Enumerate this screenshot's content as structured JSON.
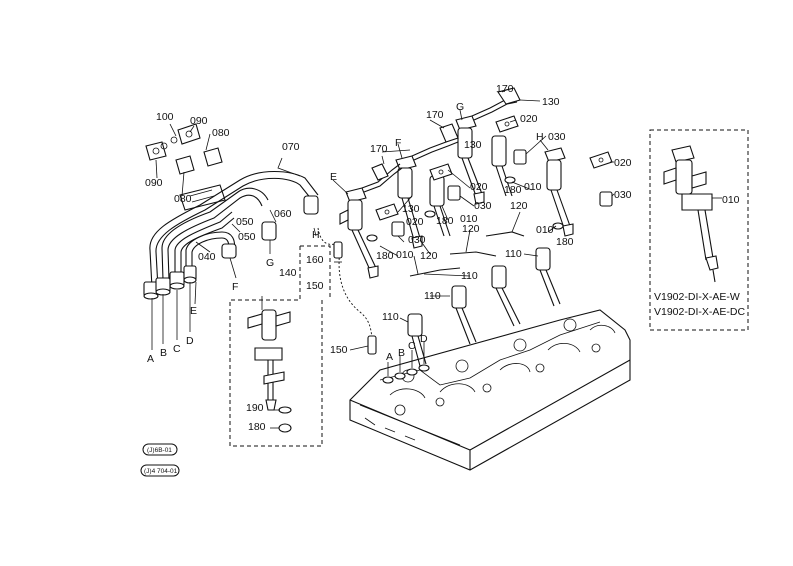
{
  "diagram": {
    "callouts": {
      "c070": "070",
      "c100": "100",
      "c090a": "090",
      "c080a": "080",
      "c090b": "090",
      "c080b": "080",
      "c050a": "050",
      "c050b": "050",
      "c060": "060",
      "c040": "040",
      "c160": "160",
      "c140": "140",
      "c150a": "150",
      "c150b": "150",
      "c190": "190",
      "c180a": "180",
      "c170a": "170",
      "c170b": "170",
      "c170c": "170",
      "c130a": "130",
      "c130b": "130",
      "c130c": "130",
      "c020a": "020",
      "c020b": "020",
      "c020c": "020",
      "c020d": "020",
      "c030a": "030",
      "c030b": "030",
      "c030c": "030",
      "c030d": "030",
      "c010a": "010",
      "c010b": "010",
      "c010c": "010",
      "c010d": "010",
      "c180b": "180",
      "c180c": "180",
      "c180d": "180",
      "c180e": "180",
      "c120a": "120",
      "c120b": "120",
      "c120c": "120",
      "c110a": "110",
      "c110b": "110",
      "c110c": "110",
      "c110d": "110",
      "c010e": "010"
    },
    "letters": {
      "A": "A",
      "B": "B",
      "C": "C",
      "D": "D",
      "E": "E",
      "F": "F",
      "G": "G",
      "H": "H"
    },
    "inset": {
      "model_w": "V1902-DI-X-AE-W",
      "model_dc": "V1902-DI-X-AE-DC"
    },
    "badges": {
      "top": "(J)6B-01",
      "bottom": "(J)4 704-01"
    }
  }
}
